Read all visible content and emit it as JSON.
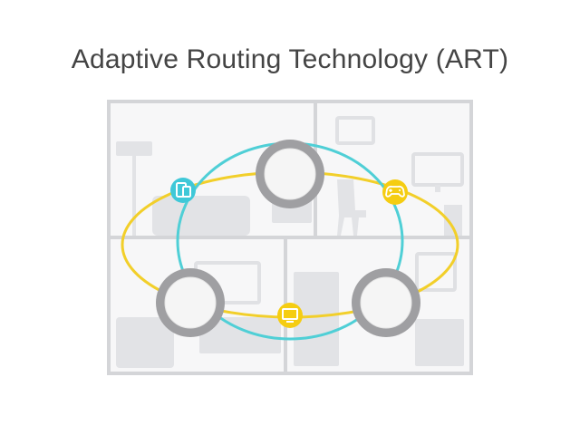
{
  "title": "Adaptive Routing Technology (ART)",
  "colors": {
    "background": "#ffffff",
    "floorplan": "#dcdde0",
    "floorplan_lines": "#cfd0d4",
    "ring_cyan": "#4fcfd6",
    "ring_yellow": "#f2cf2a",
    "unit_outer": "#9c9c9f",
    "unit_inner": "#f4f4f4",
    "title_text": "#444444"
  },
  "nodes": [
    {
      "name": "top-router",
      "kind": "mesh-unit"
    },
    {
      "name": "left-router",
      "kind": "mesh-unit"
    },
    {
      "name": "right-router",
      "kind": "mesh-unit"
    }
  ],
  "client_badges": [
    {
      "name": "phone-tablet-icon",
      "color": "cyan"
    },
    {
      "name": "gamepad-icon",
      "color": "yellow"
    },
    {
      "name": "tv-icon",
      "color": "yellow"
    }
  ],
  "links": [
    {
      "name": "cyan-backhaul-ring",
      "color": "cyan"
    },
    {
      "name": "yellow-client-ring",
      "color": "yellow"
    }
  ]
}
